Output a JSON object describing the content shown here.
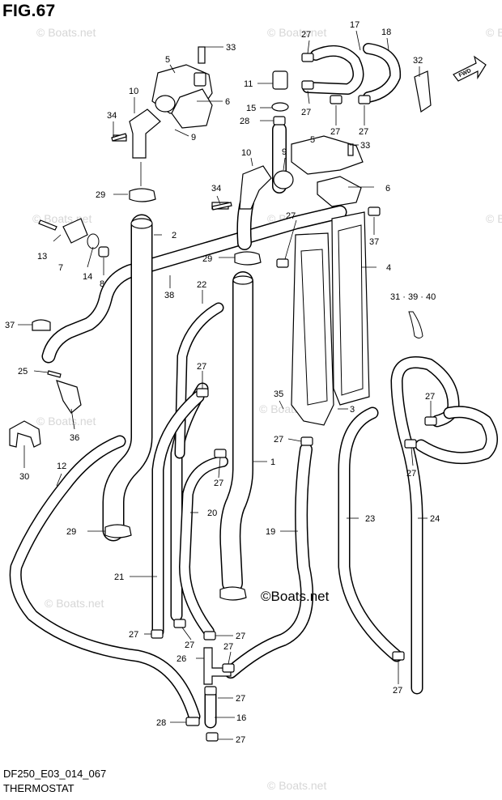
{
  "figure": {
    "title": "FIG.67",
    "model_code": "DF250_E03_014_067",
    "section": "THERMOSTAT"
  },
  "badge": {
    "fwd": "FWD"
  },
  "watermark": {
    "text": "© Boats.net",
    "main": "©Boats.net"
  },
  "callouts": {
    "c1": "1",
    "c2": "2",
    "c3": "3",
    "c4": "4",
    "c5a": "5",
    "c5b": "5",
    "c6a": "6",
    "c6b": "6",
    "c7": "7",
    "c8": "8",
    "c9a": "9",
    "c9b": "9",
    "c10a": "10",
    "c10b": "10",
    "c11": "11",
    "c12": "12",
    "c13": "13",
    "c14": "14",
    "c15": "15",
    "c16": "16",
    "c17": "17",
    "c18": "18",
    "c19": "19",
    "c20": "20",
    "c21": "21",
    "c22": "22",
    "c23": "23",
    "c24": "24",
    "c25": "25",
    "c26": "26",
    "c27": "27",
    "c28": "28",
    "c29": "29",
    "c30": "30",
    "c31": "31 · 39 · 40",
    "c32": "32",
    "c33": "33",
    "c34": "34",
    "c35": "35",
    "c36": "36",
    "c37": "37",
    "c38": "38"
  }
}
